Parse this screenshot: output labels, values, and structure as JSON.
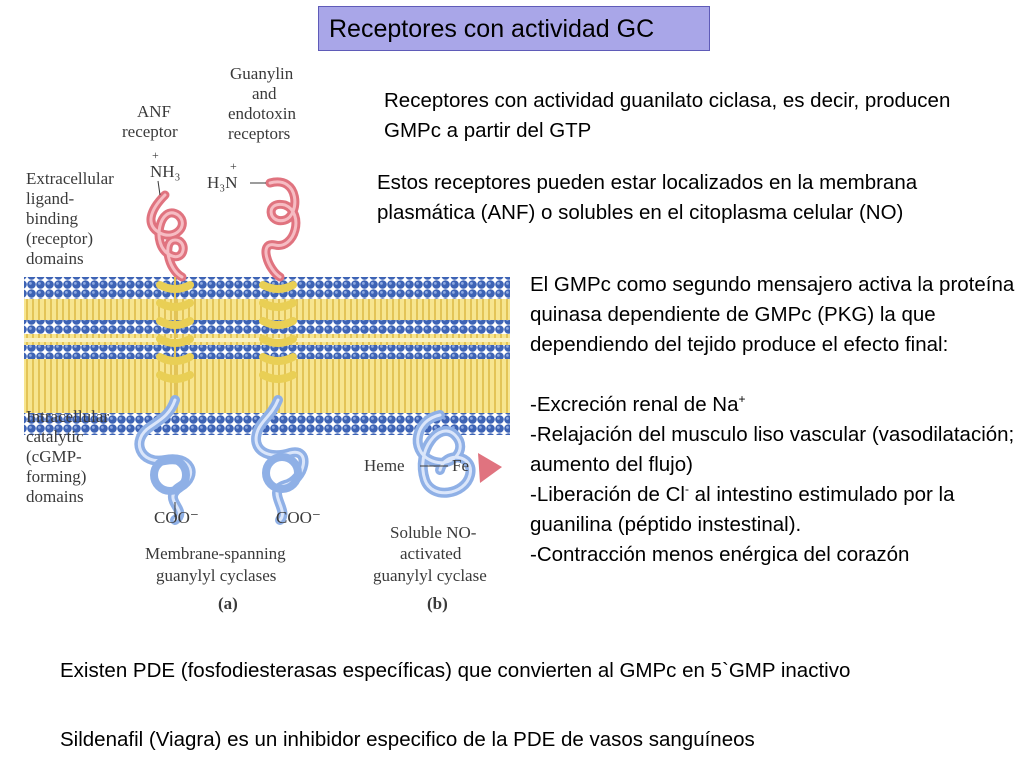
{
  "slide": {
    "title": "Receptores con actividad GC",
    "text_1": "Receptores con actividad guanilato ciclasa, es decir, producen GMPc a partir del GTP",
    "text_2": "Estos receptores pueden estar localizados en la membrana plasmática (ANF) o solubles en el citoplasma celular (NO)",
    "text_3": "El GMPc como segundo mensajero activa la proteína quinasa dependiente de GMPc (PKG) la que dependiendo del tejido produce el efecto final:",
    "effect_1": "-Excreción renal de Na",
    "effect_1_sup": "+",
    "effect_2": "-Relajación del musculo liso vascular (vasodilatación; aumento del flujo)",
    "effect_3_pre": "-Liberación de Cl",
    "effect_3_sup": "-",
    "effect_3_post": " al intestino estimulado por la guanilina (péptido instestinal).",
    "effect_4": "-Contracción menos enérgica del corazón",
    "text_4": "Existen PDE (fosfodiesterasas específicas) que convierten al GMPc en 5`GMP inactivo",
    "text_5": "Sildenafil (Viagra) es un inhibidor especifico de la PDE de vasos sanguíneos"
  },
  "diagram": {
    "anf_line1": "ANF",
    "anf_line2": "receptor",
    "guanylin_line1": "Guanylin",
    "guanylin_line2": "and",
    "guanylin_line3": "endotoxin",
    "guanylin_line4": "receptors",
    "nh3_plus": "+",
    "nh3": "NH₃",
    "h3n_plus": "+",
    "h3n": "H₃N",
    "extra_line1": "Extracellular",
    "extra_line2": "ligand-",
    "extra_line3": "binding",
    "extra_line4": "(receptor)",
    "extra_line5": "domains",
    "intra_line1": "Intracellular",
    "intra_line2": "catalytic",
    "intra_line3": "(cGMP-",
    "intra_line4": "forming)",
    "intra_line5": "domains",
    "heme": "Heme",
    "fe": "Fe",
    "coo1": "COO⁻",
    "coo2": "COO⁻",
    "mem_line1": "Membrane-spanning",
    "mem_line2": "guanylyl cyclases",
    "sol_line1": "Soluble NO-",
    "sol_line2": "activated",
    "sol_line3": "guanylyl cyclase",
    "panel_a": "(a)",
    "panel_b": "(b)",
    "colors": {
      "membrane_head": "#3d63b5",
      "membrane_tail": "#f2dd7c",
      "receptor_red": "#e0737f",
      "catalytic_blue": "#8fb0e6"
    }
  }
}
